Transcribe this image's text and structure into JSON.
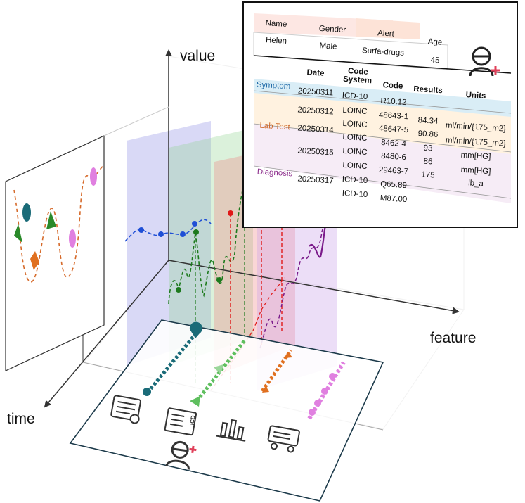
{
  "axes": {
    "value": "value",
    "feature": "feature",
    "time": "time"
  },
  "colors": {
    "symptom": "#1f4fd6",
    "lab": "#1d7a1d",
    "diagnosis": "#e01818",
    "procedure": "#7a1a8a",
    "orange": "#e07020",
    "teal": "#1a6b78",
    "pink": "#e080e0",
    "badge": "#e0405a"
  },
  "patient": {
    "headers": {
      "name": "Name",
      "gender": "Gender",
      "alert": "Alert",
      "age": "Age"
    },
    "values": {
      "name": "Helen",
      "gender": "Male",
      "alert": "Surfa-drugs",
      "age": "45"
    }
  },
  "records": {
    "columns": {
      "date": "Date",
      "code_system": "Code System",
      "code": "Code",
      "results": "Results",
      "units": "Units"
    },
    "categories": {
      "symptom": "Symptom",
      "lab": "Lab Test",
      "diagnosis": "Diagnosis"
    },
    "rows": [
      {
        "date": "20250311",
        "system": "ICD-10",
        "code": "R10.12",
        "result": "",
        "unit": ""
      },
      {
        "date": "20250312",
        "system": "LOINC",
        "code": "48643-1",
        "result": "84.34",
        "unit": "ml/min/{175_m2}"
      },
      {
        "date": "",
        "system": "LOINC",
        "code": "48647-5",
        "result": "90.86",
        "unit": "ml/min/{175_m2}"
      },
      {
        "date": "20250314",
        "system": "LOINC",
        "code": "8462-4",
        "result": "93",
        "unit": "mm[HG]"
      },
      {
        "date": "20250315",
        "system": "LOINC",
        "code": "8480-6",
        "result": "86",
        "unit": "mm[HG]"
      },
      {
        "date": "",
        "system": "LOINC",
        "code": "29463-7",
        "result": "175",
        "unit": "lb_a"
      },
      {
        "date": "20250317",
        "system": "ICD-10",
        "code": "Q65.89",
        "result": "",
        "unit": ""
      },
      {
        "date": "",
        "system": "ICD-10",
        "code": "M87.00",
        "result": "",
        "unit": ""
      }
    ]
  },
  "icons": [
    "patient-profile-icon",
    "records-table-icon",
    "icd-document-icon",
    "lab-equipment-icon",
    "medication-cart-icon",
    "patient-logo-icon"
  ],
  "icd_label": "ICD"
}
